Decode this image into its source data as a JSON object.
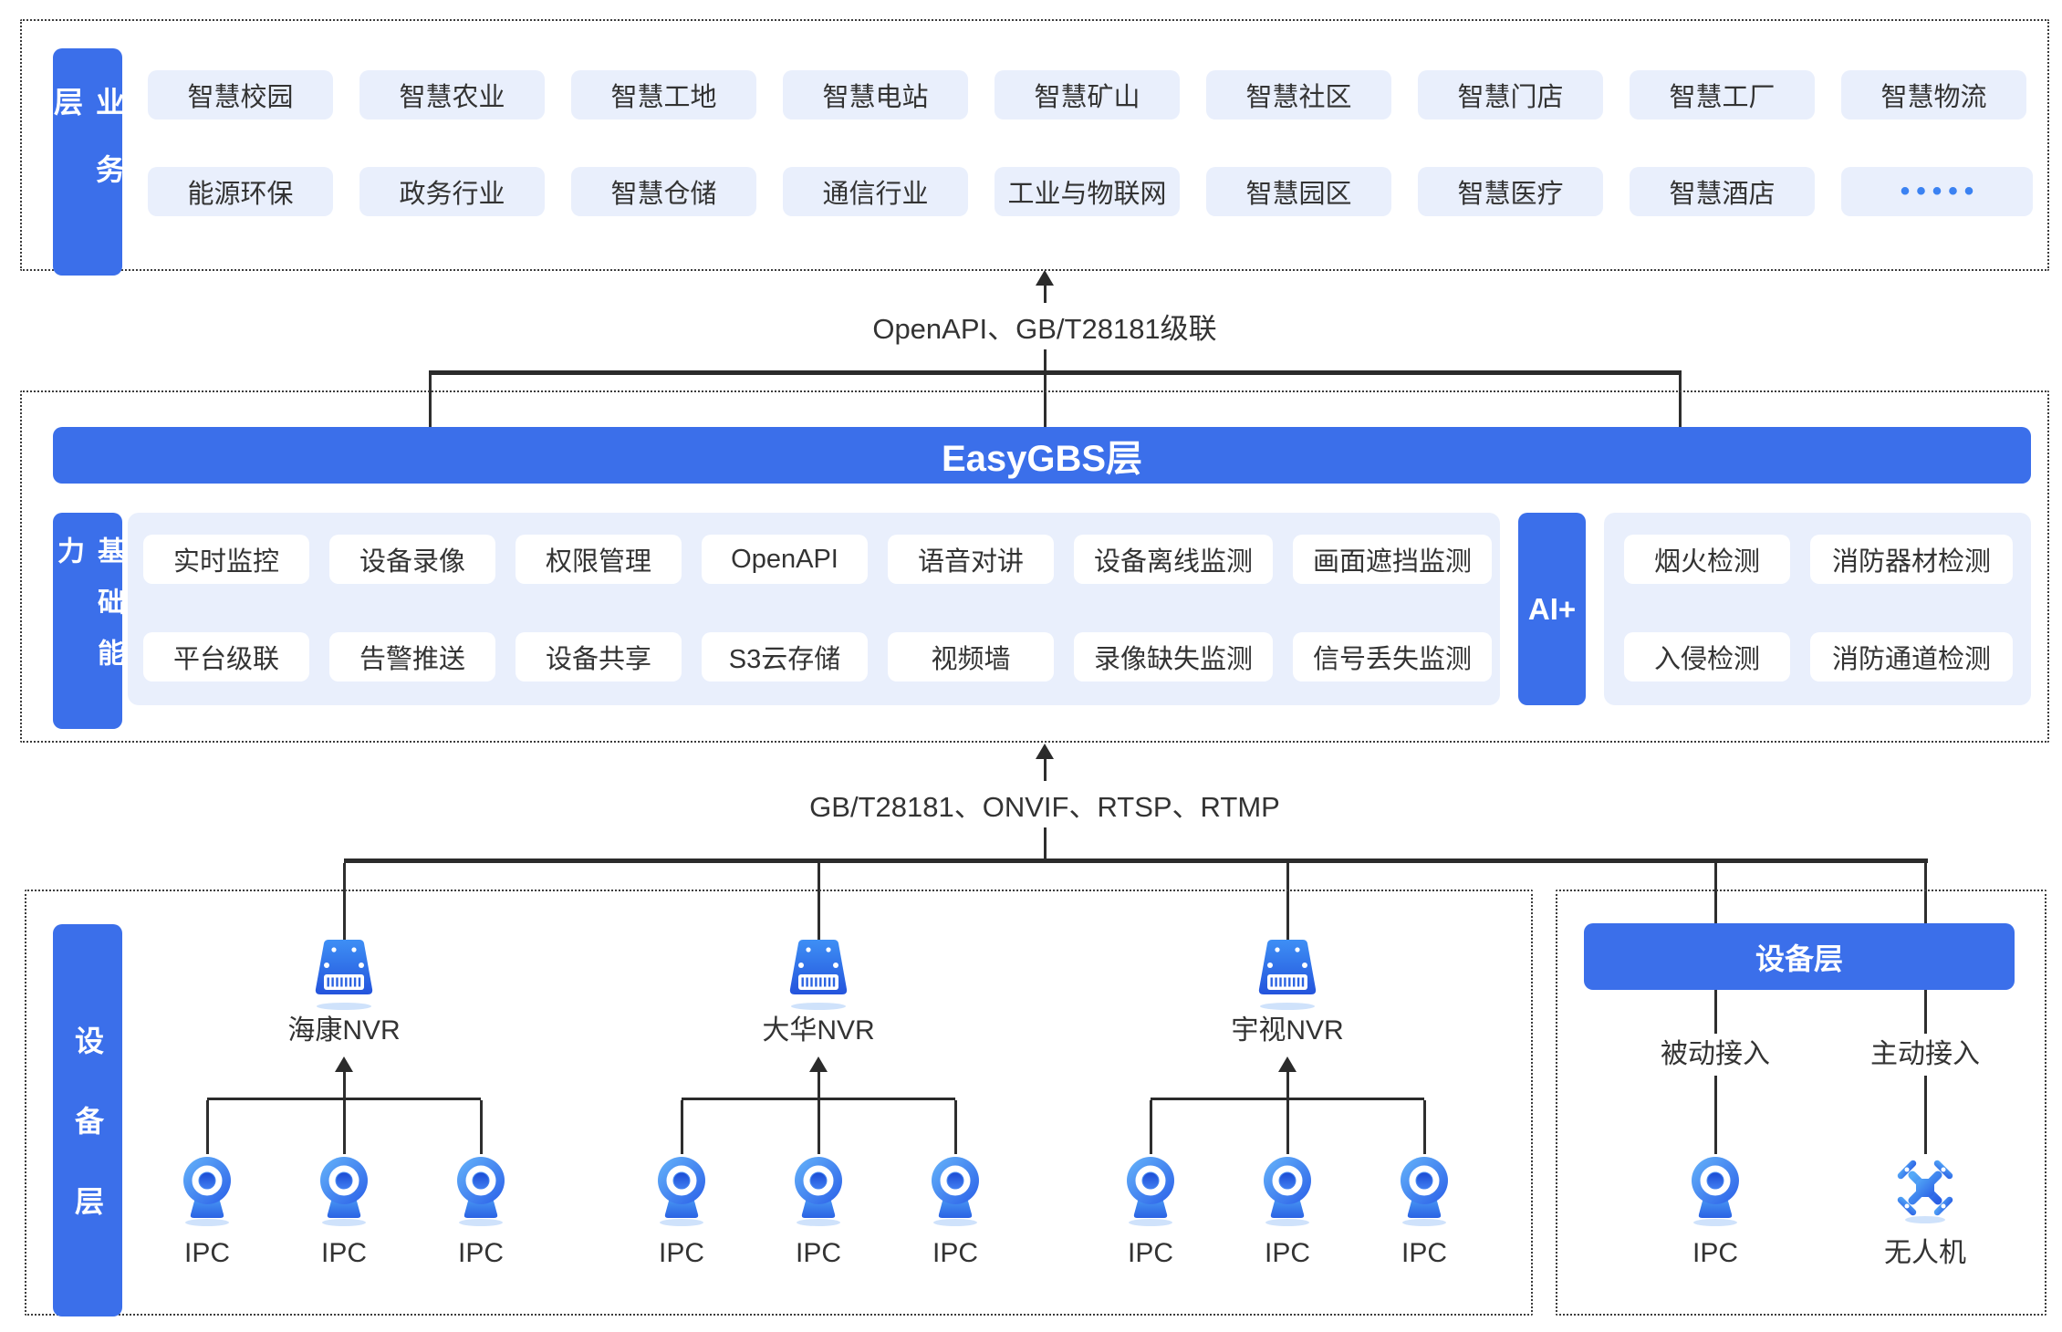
{
  "colors": {
    "primary_blue": "#3B6FEA",
    "panel_blue": "#E9EFFC",
    "line": "#2B2B2B",
    "text": "#333333",
    "dots_blue": "#3B82F2",
    "icon_shadow": "#CFE2FB"
  },
  "business_layer": {
    "label": "业务层",
    "rows": [
      [
        "智慧校园",
        "智慧农业",
        "智慧工地",
        "智慧电站",
        "智慧矿山",
        "智慧社区",
        "智慧门店",
        "智慧工厂",
        "智慧物流"
      ],
      [
        "能源环保",
        "政务行业",
        "智慧仓储",
        "通信行业",
        "工业与物联网",
        "智慧园区",
        "智慧医疗",
        "智慧酒店",
        "•••••"
      ]
    ]
  },
  "top_connector": {
    "label": "OpenAPI、GB/T28181级联"
  },
  "gbs_layer": {
    "bar_label": "EasyGBS层",
    "capability_label": "基础能力",
    "capabilities": [
      [
        "实时监控",
        "设备录像",
        "权限管理",
        "OpenAPI",
        "语音对讲",
        "设备离线监测",
        "画面遮挡监测"
      ],
      [
        "平台级联",
        "告警推送",
        "设备共享",
        "S3云存储",
        "视频墙",
        "录像缺失监测",
        "信号丢失监测"
      ]
    ],
    "ai_label": "AI+",
    "ai_capabilities": [
      [
        "烟火检测",
        "消防器材检测"
      ],
      [
        "入侵检测",
        "消防通道检测"
      ]
    ]
  },
  "bottom_connector": {
    "label": "GB/T28181、ONVIF、RTSP、RTMP"
  },
  "device_layer": {
    "side_label": "设备层",
    "nvr_groups": [
      {
        "name": "海康NVR",
        "cameras": [
          "IPC",
          "IPC",
          "IPC"
        ]
      },
      {
        "name": "大华NVR",
        "cameras": [
          "IPC",
          "IPC",
          "IPC"
        ]
      },
      {
        "name": "宇视NVR",
        "cameras": [
          "IPC",
          "IPC",
          "IPC"
        ]
      }
    ],
    "access_panel": {
      "header": "设备层",
      "channels": [
        {
          "label": "被动接入",
          "device": "IPC",
          "icon": "ipc-camera"
        },
        {
          "label": "主动接入",
          "device": "无人机",
          "icon": "drone"
        }
      ]
    },
    "icons": {
      "nvr": "nvr-recorder",
      "camera": "ipc-camera",
      "drone": "drone"
    }
  }
}
